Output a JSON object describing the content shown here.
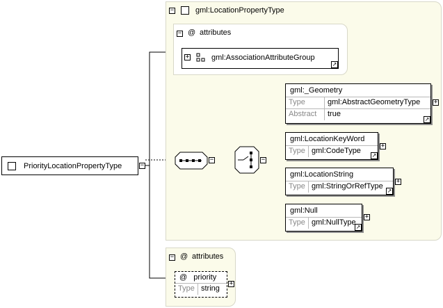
{
  "root": {
    "name": "PriorityLocationPropertyType"
  },
  "complex_type": {
    "name": "gml:LocationPropertyType",
    "attributes_label": "attributes",
    "attribute_group": "gml:AssociationAttributeGroup"
  },
  "choice_elements": [
    {
      "name": "gml:_Geometry",
      "props": [
        {
          "label": "Type",
          "value": "gml:AbstractGeometryType"
        },
        {
          "label": "Abstract",
          "value": "true"
        }
      ]
    },
    {
      "name": "gml:LocationKeyWord",
      "props": [
        {
          "label": "Type",
          "value": "gml:CodeType"
        }
      ]
    },
    {
      "name": "gml:LocationString",
      "props": [
        {
          "label": "Type",
          "value": "gml:StringOrRefType"
        }
      ]
    },
    {
      "name": "gml:Null",
      "props": [
        {
          "label": "Type",
          "value": "gml:NullType"
        }
      ]
    }
  ],
  "own_attributes": {
    "label": "attributes",
    "attribute": {
      "name": "priority",
      "type_label": "Type",
      "type_value": "string"
    }
  },
  "symbols": {
    "at": "@",
    "minus": "−",
    "plus": "+",
    "ext": "↗"
  }
}
